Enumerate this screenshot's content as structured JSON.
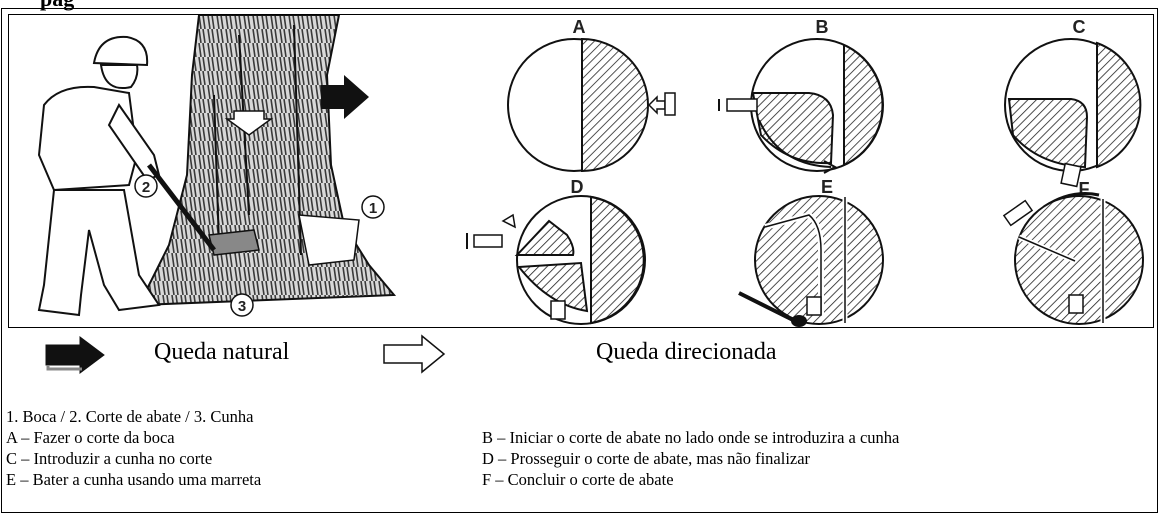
{
  "header_fragment": "pág",
  "figure": {
    "callouts": [
      "1",
      "2",
      "3"
    ],
    "panels": [
      "A",
      "B",
      "C",
      "D",
      "E",
      "F"
    ]
  },
  "captions": {
    "natural": "Queda natural",
    "directed": "Queda direcionada"
  },
  "legend": {
    "parts": "1. Boca   / 2. Corte de abate / 3. Cunha",
    "steps": [
      "A – Fazer o corte da boca",
      "B – Iniciar o corte de abate no lado onde se introduzira a cunha",
      "C – Introduzir a cunha no corte",
      "D – Prosseguir o corte de abate, mas não finalizar",
      "E – Bater a cunha usando uma marreta",
      "F – Concluir o corte de abate"
    ]
  },
  "colors": {
    "ink": "#000000",
    "shade": "#666666",
    "background": "#ffffff"
  }
}
